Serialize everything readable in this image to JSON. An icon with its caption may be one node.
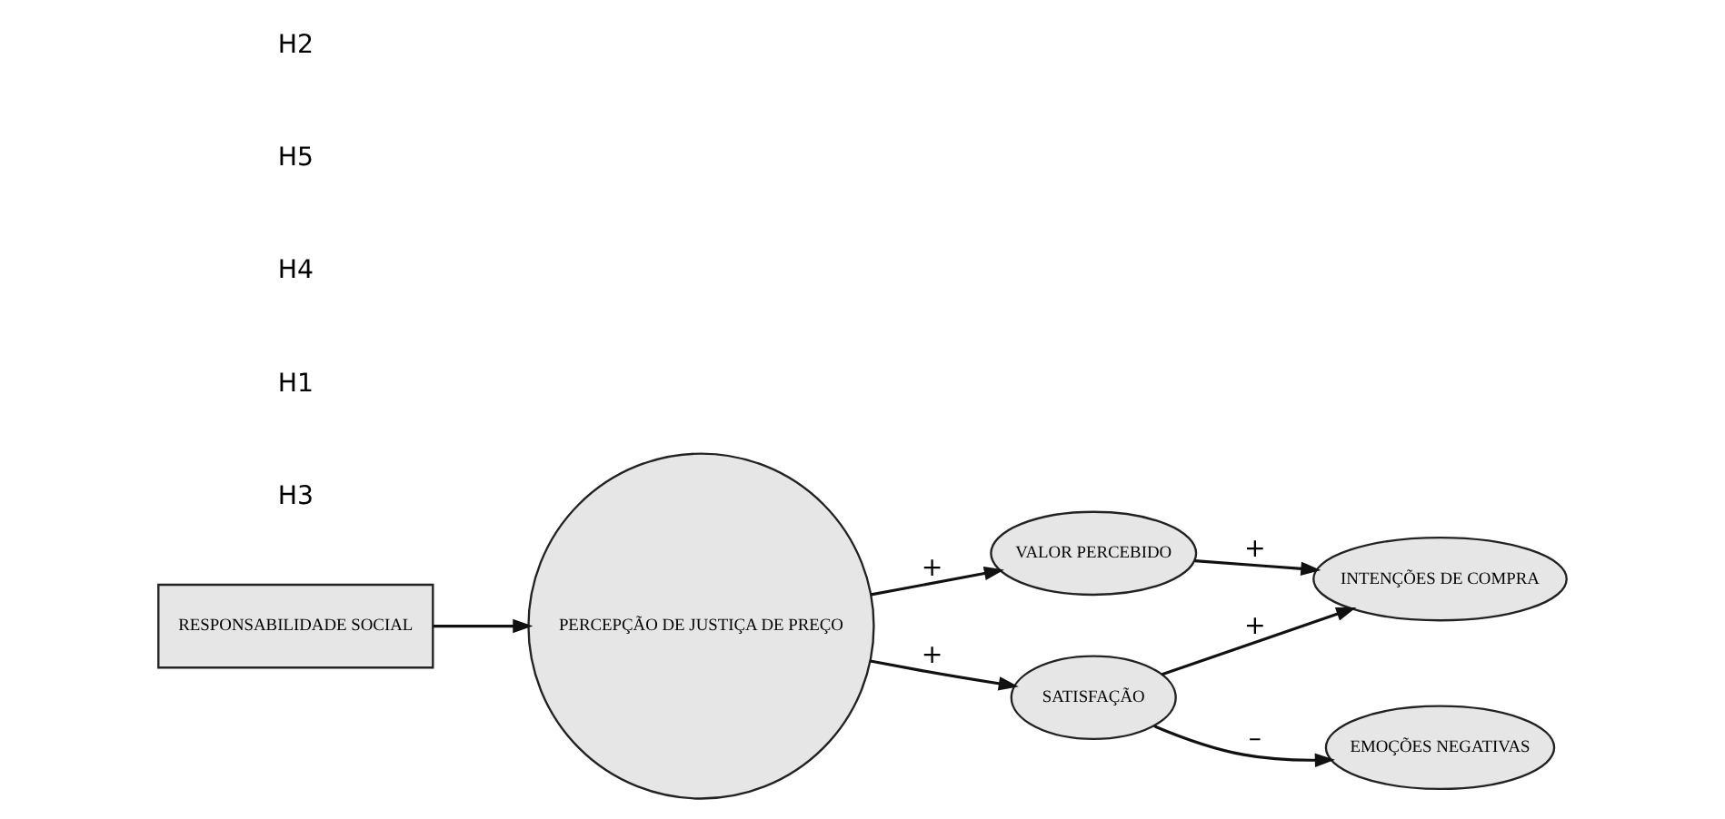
{
  "diagram": {
    "nodes": [
      {
        "text": [
          "RESPONSABILIDADE SOCIAL"
        ]
      },
      {
        "text": [
          "PERCEPÇÃO DE JUSTIÇA DE PREÇO"
        ]
      },
      {
        "text": [
          "VALOR PERCEBIDO"
        ]
      },
      {
        "text": [
          "INTENÇÕES DE COMPRA"
        ]
      },
      {
        "text": [
          "SATISFAÇÃO"
        ]
      },
      {
        "text": [
          "EMOÇÕES NEGATIVAS"
        ]
      }
    ],
    "edges": [
      {
        "from": 0,
        "to": 1,
        "arrow": "to"
      },
      {
        "from": 1,
        "to": 2,
        "arrow": "to",
        "label": "+"
      },
      {
        "from": 2,
        "to": 3,
        "arrow": "to",
        "label": "+"
      },
      {
        "from": 1,
        "to": 4,
        "arrow": "to",
        "label": "+"
      },
      {
        "from": 4,
        "to": 3,
        "arrow": "to",
        "label": "+"
      },
      {
        "from": 4,
        "to": 5,
        "arrow": "to",
        "label": "–"
      }
    ],
    "labels": [
      "H3",
      "H1",
      "H4",
      "H5",
      "H2"
    ]
  }
}
